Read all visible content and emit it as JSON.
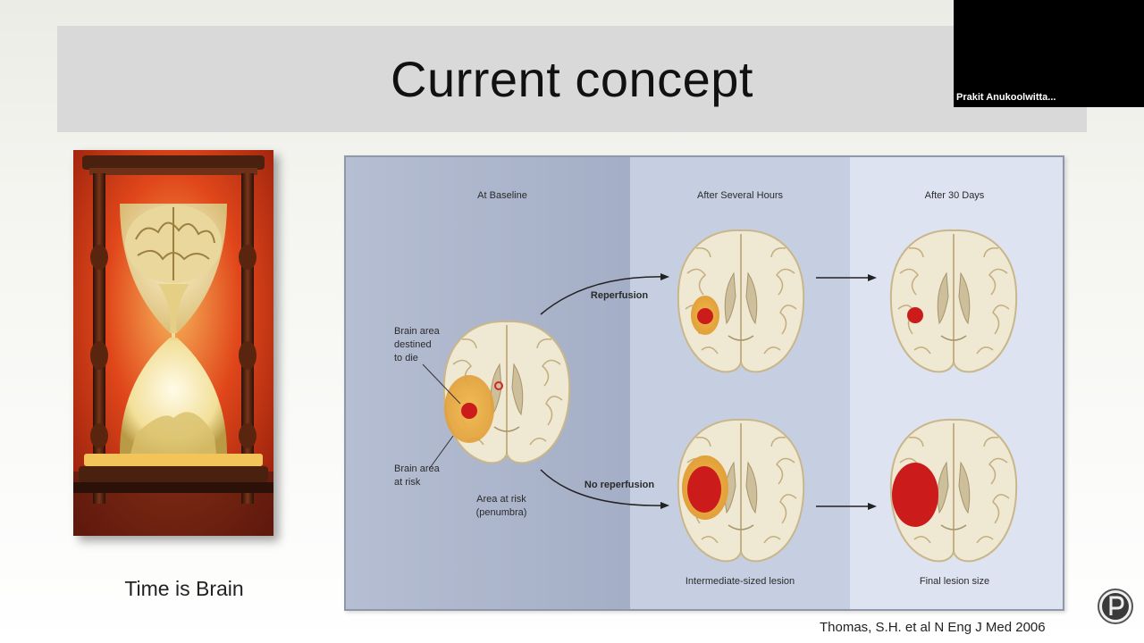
{
  "slide": {
    "title": "Current concept",
    "left_caption": "Time is Brain",
    "citation": "Thomas, S.H. et al N Eng J Med 2006"
  },
  "video_tile": {
    "participant_name": "Prakit Anukoolwitta..."
  },
  "figure": {
    "columns": [
      "At Baseline",
      "After Several Hours",
      "After 30 Days"
    ],
    "labels": {
      "destined_1": "Brain area",
      "destined_2": "destined",
      "destined_3": "to die",
      "risk_1": "Brain area",
      "risk_2": "at risk",
      "penumbra_1": "Area at risk",
      "penumbra_2": "(penumbra)",
      "reperfusion": "Reperfusion",
      "no_reperfusion": "No reperfusion",
      "intermediate": "Intermediate-sized lesion",
      "final": "Final lesion size"
    }
  },
  "colors": {
    "panel_left": "#a9b3cb",
    "panel_mid": "#c6cfe2",
    "panel_right": "#dde3f0",
    "lesion_core": "#cc1b1b",
    "penumbra": "#e7a93a",
    "brain_tissue": "#efe8d3"
  },
  "icons": {
    "logo": "p-logo-icon"
  }
}
